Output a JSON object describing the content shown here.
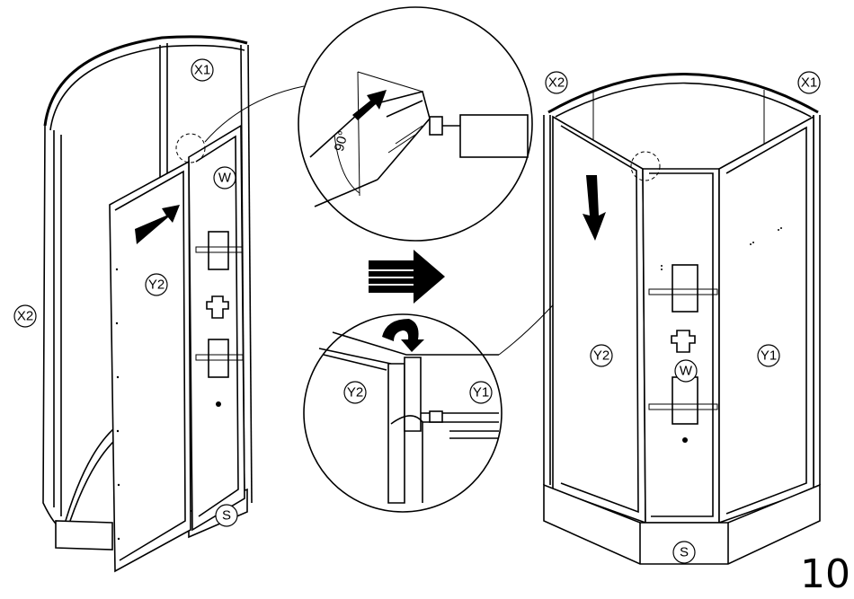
{
  "step_number": "10",
  "angle_label": "90°",
  "labels": {
    "x1": "X1",
    "x2": "X2",
    "y1": "Y1",
    "y2": "Y2",
    "w": "W",
    "s": "S"
  }
}
